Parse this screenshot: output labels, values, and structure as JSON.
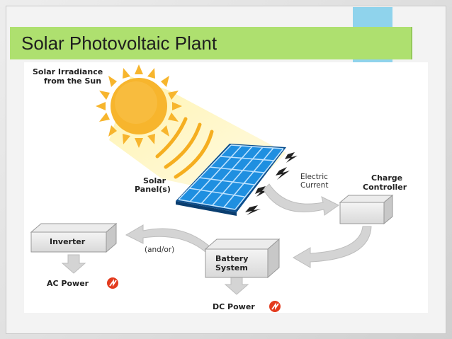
{
  "slide": {
    "title": "Solar Photovoltaic Plant"
  },
  "diagram": {
    "irradiance_line1": "Solar Irradiance",
    "irradiance_line2": "from the Sun",
    "panel_line1": "Solar",
    "panel_line2": "Panel(s)",
    "current_line1": "Electric",
    "current_line2": "Current",
    "controller_line1": "Charge",
    "controller_line2": "Controller",
    "battery_line1": "Battery",
    "battery_line2": "System",
    "inverter": "Inverter",
    "andor": "(and/or)",
    "ac_power": "AC Power",
    "dc_power": "DC Power"
  },
  "colors": {
    "title_bar": "#aee06f",
    "accent_tab": "#8fd3ec",
    "sun": "#f7b52d",
    "panel": "#1f8fe0",
    "arrow": "#cfcfcf",
    "power_icon": "#e33b1e"
  }
}
